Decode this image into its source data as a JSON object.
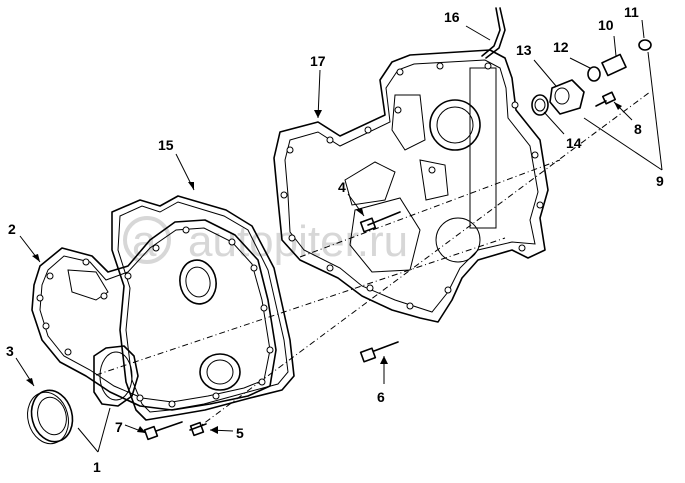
{
  "watermark": {
    "text": "autopiter.ru"
  },
  "callouts": [
    {
      "id": "c1",
      "text": "1"
    },
    {
      "id": "c2",
      "text": "2"
    },
    {
      "id": "c3",
      "text": "3"
    },
    {
      "id": "c4",
      "text": "4"
    },
    {
      "id": "c5",
      "text": "5"
    },
    {
      "id": "c6",
      "text": "6"
    },
    {
      "id": "c7",
      "text": "7"
    },
    {
      "id": "c8",
      "text": "8"
    },
    {
      "id": "c9",
      "text": "9"
    },
    {
      "id": "c10",
      "text": "10"
    },
    {
      "id": "c11",
      "text": "11"
    },
    {
      "id": "c12",
      "text": "12"
    },
    {
      "id": "c13",
      "text": "13"
    },
    {
      "id": "c14",
      "text": "14"
    },
    {
      "id": "c15",
      "text": "15"
    },
    {
      "id": "c16",
      "text": "16"
    },
    {
      "id": "c17",
      "text": "17"
    }
  ]
}
